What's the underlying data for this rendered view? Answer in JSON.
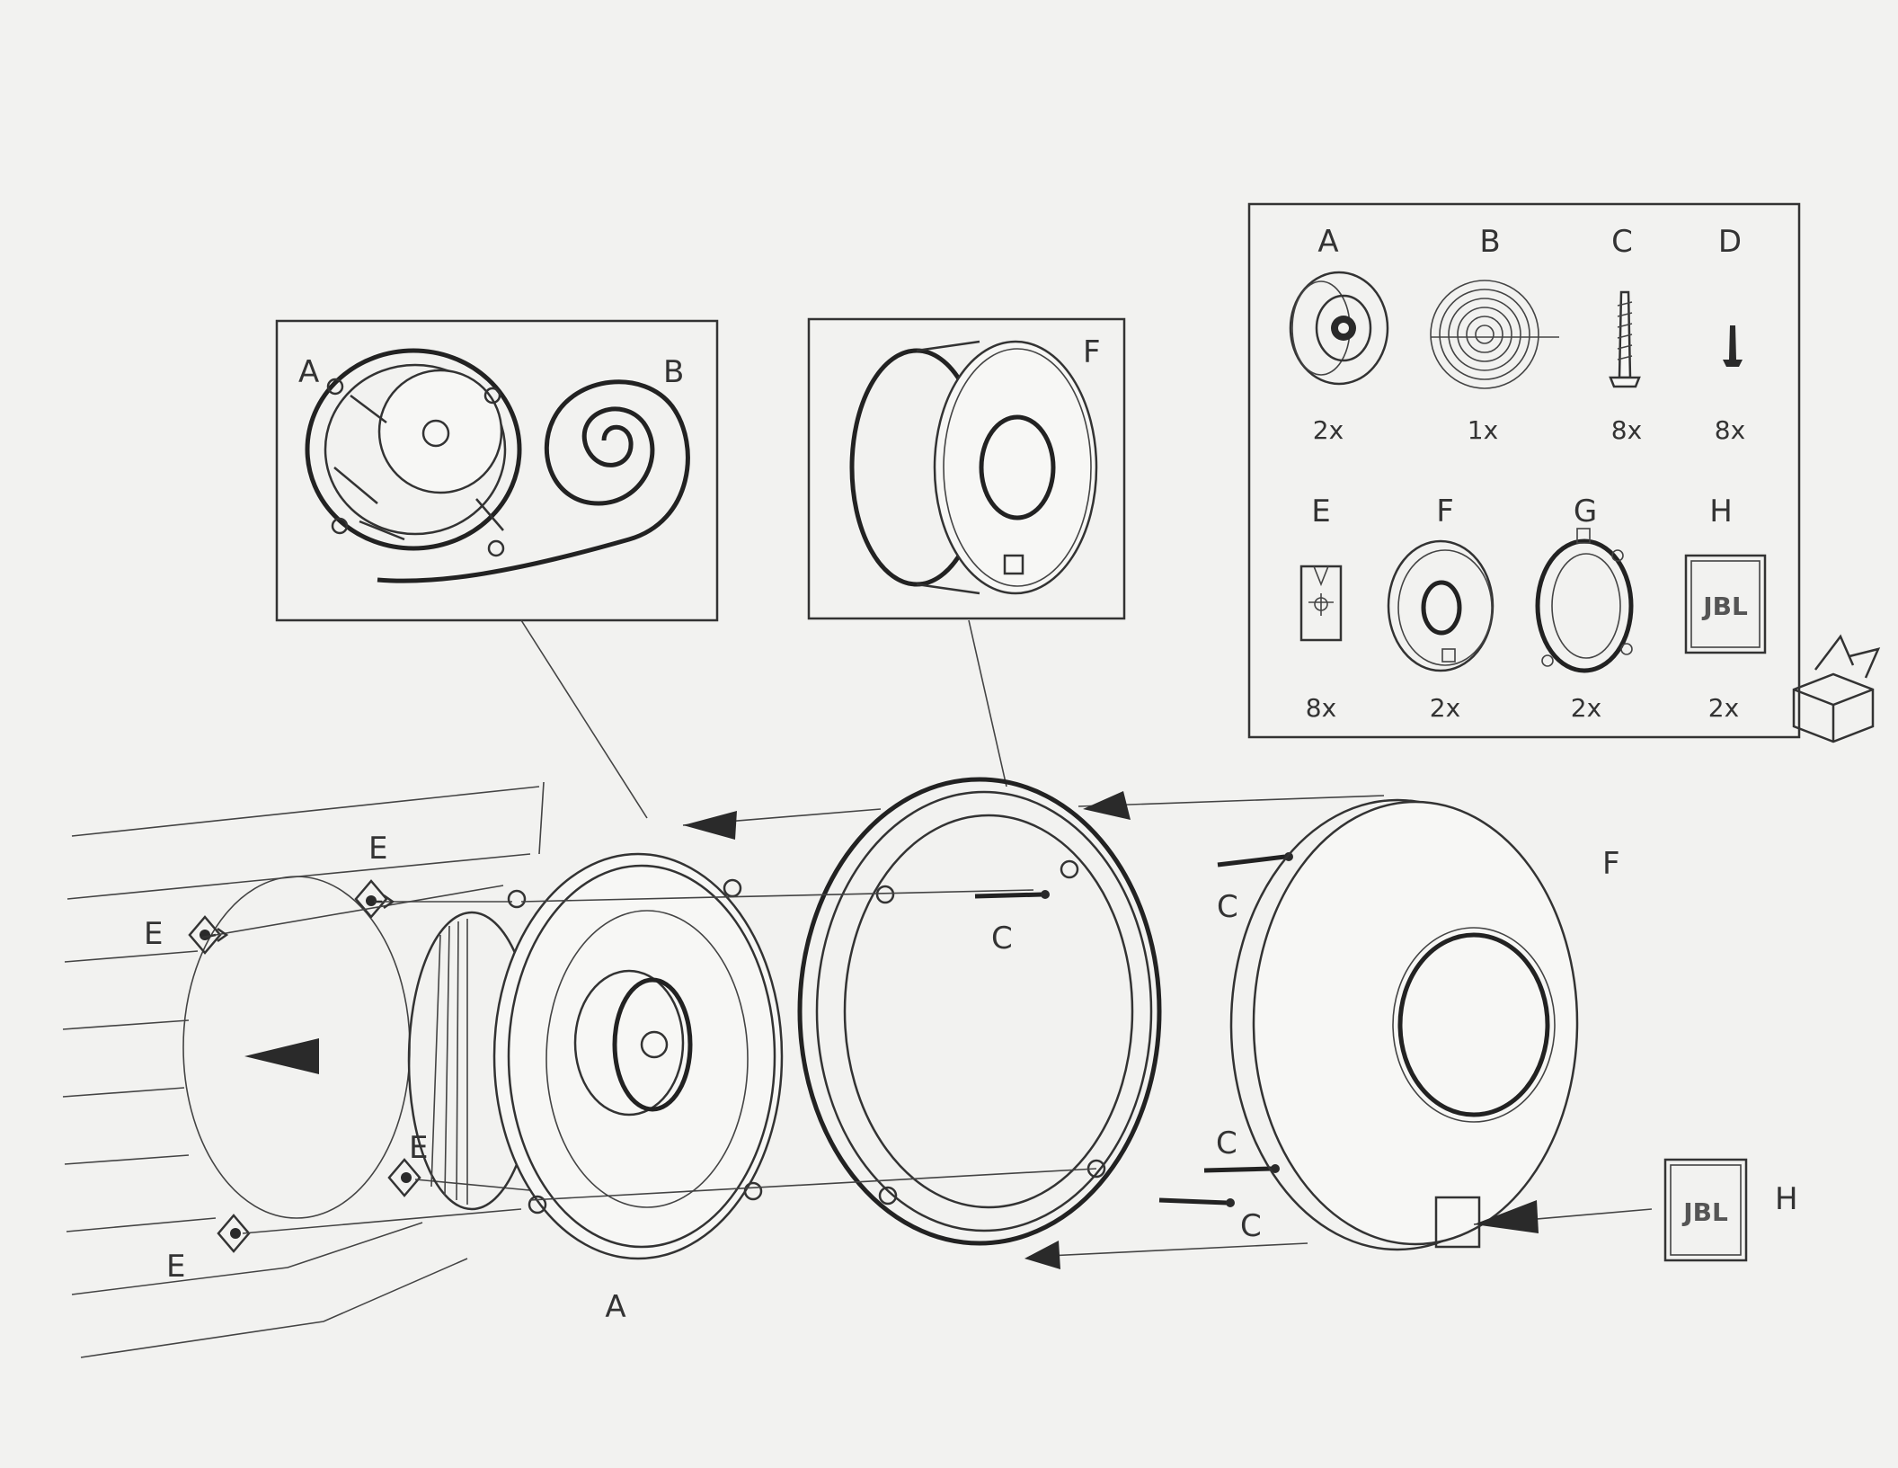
{
  "parts_box": {
    "items": [
      {
        "letter": "A",
        "qty": "2x",
        "icon": "coaxial-speaker-icon"
      },
      {
        "letter": "B",
        "qty": "1x",
        "icon": "cable-coil-icon"
      },
      {
        "letter": "C",
        "qty": "8x",
        "icon": "screw-icon"
      },
      {
        "letter": "D",
        "qty": "8x",
        "icon": "small-screw-icon"
      },
      {
        "letter": "E",
        "qty": "8x",
        "icon": "clip-nut-icon"
      },
      {
        "letter": "F",
        "qty": "2x",
        "icon": "grille-icon"
      },
      {
        "letter": "G",
        "qty": "2x",
        "icon": "mounting-ring-icon"
      },
      {
        "letter": "H",
        "qty": "2x",
        "icon": "logo-badge-icon"
      }
    ]
  },
  "detail_speaker": {
    "label_a": "A",
    "label_b": "B"
  },
  "detail_grille": {
    "label_f": "F"
  },
  "assembly": {
    "clip_labels": [
      "E",
      "E",
      "E",
      "E"
    ],
    "speaker_label": "A",
    "screw_labels": [
      "C",
      "C",
      "C",
      "C"
    ],
    "grille_label": "F",
    "badge_label": "H",
    "badge_text": "JBL"
  },
  "colors": {
    "ink": "#2a2a2a",
    "paper": "#f2f2f0"
  }
}
